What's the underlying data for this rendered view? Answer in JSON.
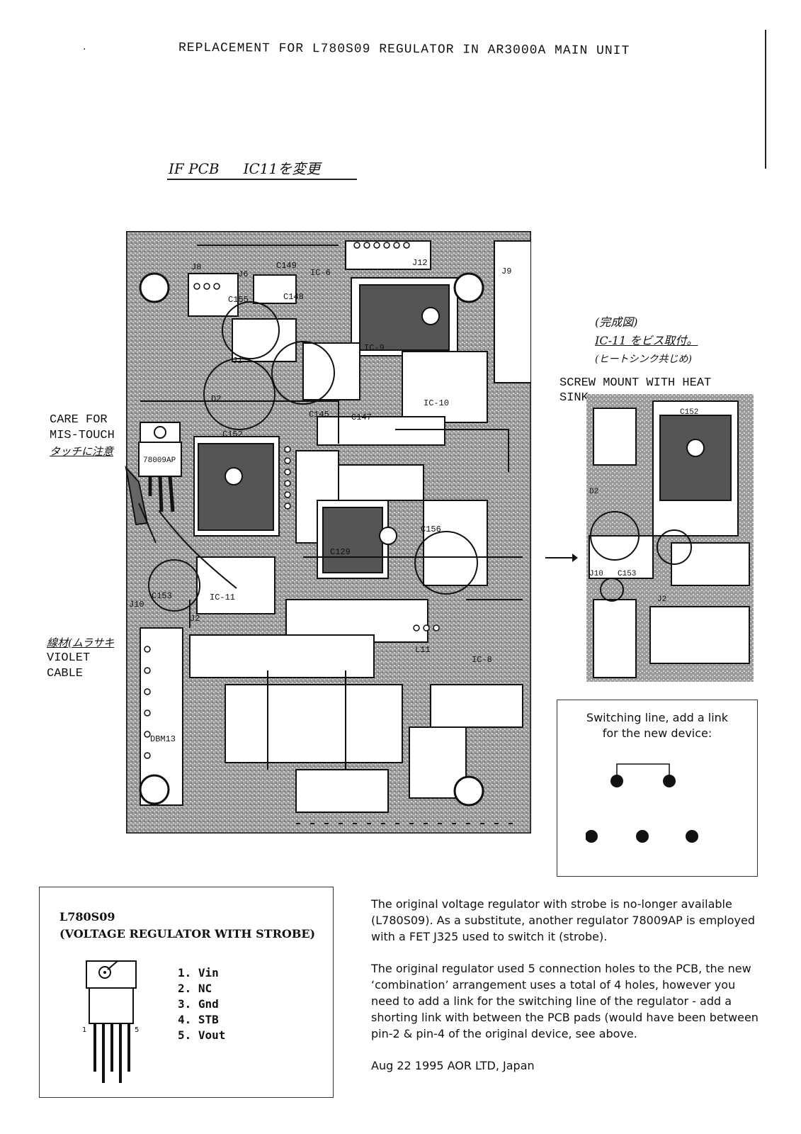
{
  "header": {
    "title": "REPLACEMENT FOR L780S09 REGULATOR IN AR3000A MAIN UNIT",
    "handwritten_title": [
      "IF PCB",
      "IC11を変更"
    ]
  },
  "board_labels": {
    "main": [
      "J8",
      "J6",
      "J12",
      "C149",
      "IC-6",
      "C155",
      "C148",
      "J9",
      "J1",
      "IC-9",
      "IC-10",
      "C145",
      "C152",
      "C153",
      "C156",
      "C129",
      "IC-11",
      "C147",
      "J2",
      "L11",
      "IC-8",
      "J10",
      "DBM13",
      "D2"
    ],
    "right": [
      "C152",
      "D2",
      "C153",
      "J10",
      "J2"
    ],
    "regulator_marking": "78009AP"
  },
  "annotations": {
    "care": [
      "CARE FOR",
      "MIS-TOUCH"
    ],
    "care_jp": "タッチに注意",
    "violet_jp": "線材(ムラサキ",
    "violet": [
      "VIOLET",
      "CABLE"
    ],
    "complete_jp": [
      "(完成図)",
      "IC-11 をビス取付。",
      "(ヒートシンク共じめ)"
    ],
    "screw": [
      "SCREW MOUNT WITH HEAT",
      "SINK"
    ]
  },
  "switch_box": {
    "text": [
      "Switching line, add a link",
      "for the new device:"
    ]
  },
  "regulator_box": {
    "title": [
      "L780S09",
      "(VOLTAGE REGULATOR WITH STROBE)"
    ],
    "pins": [
      "1. Vin",
      "2. NC",
      "3. Gnd",
      "4. STB",
      "5. Vout"
    ],
    "pin_marks": [
      "1",
      "5"
    ]
  },
  "description": {
    "paragraphs": [
      "The original voltage regulator with strobe is no-longer available (L780S09).  As a substitute, another regulator 78009AP is employed with a FET J325 used to switch it (strobe).",
      "The original regulator used 5 connection holes to the PCB, the new ‘combination’ arrangement uses a total of 4 holes, however you need to add a link for the switching line of the regulator - add a shorting link with between the PCB pads (would have been between pin-2 & pin-4 of the original device, see above.",
      "Aug 22 1995 AOR LTD, Japan"
    ]
  }
}
